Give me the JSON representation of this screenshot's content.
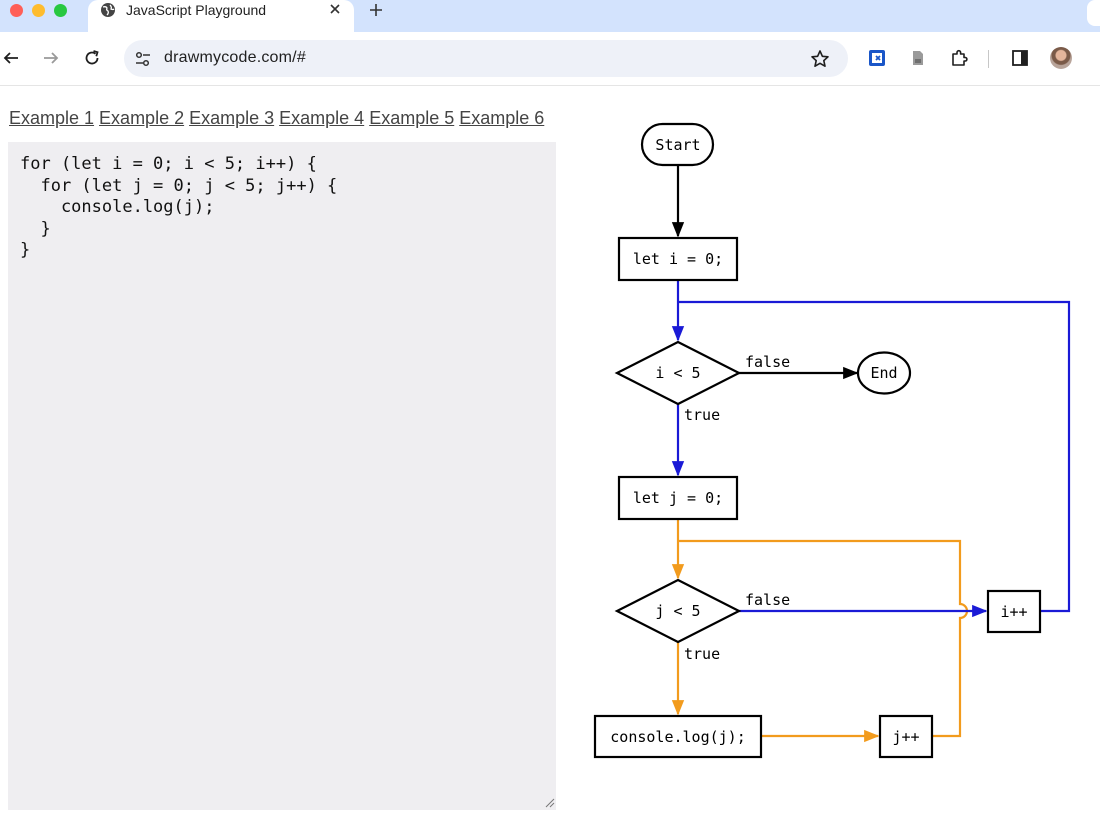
{
  "browser": {
    "tab_title": "JavaScript Playground",
    "url": "drawmycode.com/#",
    "icons": {
      "tab_favicon": "globe-icon",
      "tab_close": "close-icon",
      "new_tab": "plus-icon",
      "back": "back-arrow-icon",
      "forward": "forward-arrow-icon",
      "reload": "reload-icon",
      "site_info": "tune-icon",
      "bookmark": "star-icon",
      "extensions": [
        "extension-shield-icon",
        "extension-doc-icon",
        "puzzle-icon"
      ],
      "side_panel": "side-panel-icon",
      "profile": "avatar"
    }
  },
  "examples": [
    "Example 1",
    "Example 2",
    "Example 3",
    "Example 4",
    "Example 5",
    "Example 6"
  ],
  "editor": {
    "code": "for (let i = 0; i < 5; i++) {\n  for (let j = 0; j < 5; j++) {\n    console.log(j);\n  }\n}"
  },
  "flowchart": {
    "nodes": {
      "start": "Start",
      "init_i": "let i = 0;",
      "cond_i": "i < 5",
      "end": "End",
      "init_j": "let j = 0;",
      "cond_j": "j < 5",
      "body": "console.log(j);",
      "inc_j": "j++",
      "inc_i": "i++"
    },
    "edges": {
      "cond_i_false": "false",
      "cond_i_true": "true",
      "cond_j_false": "false",
      "cond_j_true": "true"
    },
    "colors": {
      "default": "#000000",
      "outer_loop": "#1a1ad6",
      "inner_loop": "#f29b1d"
    }
  }
}
